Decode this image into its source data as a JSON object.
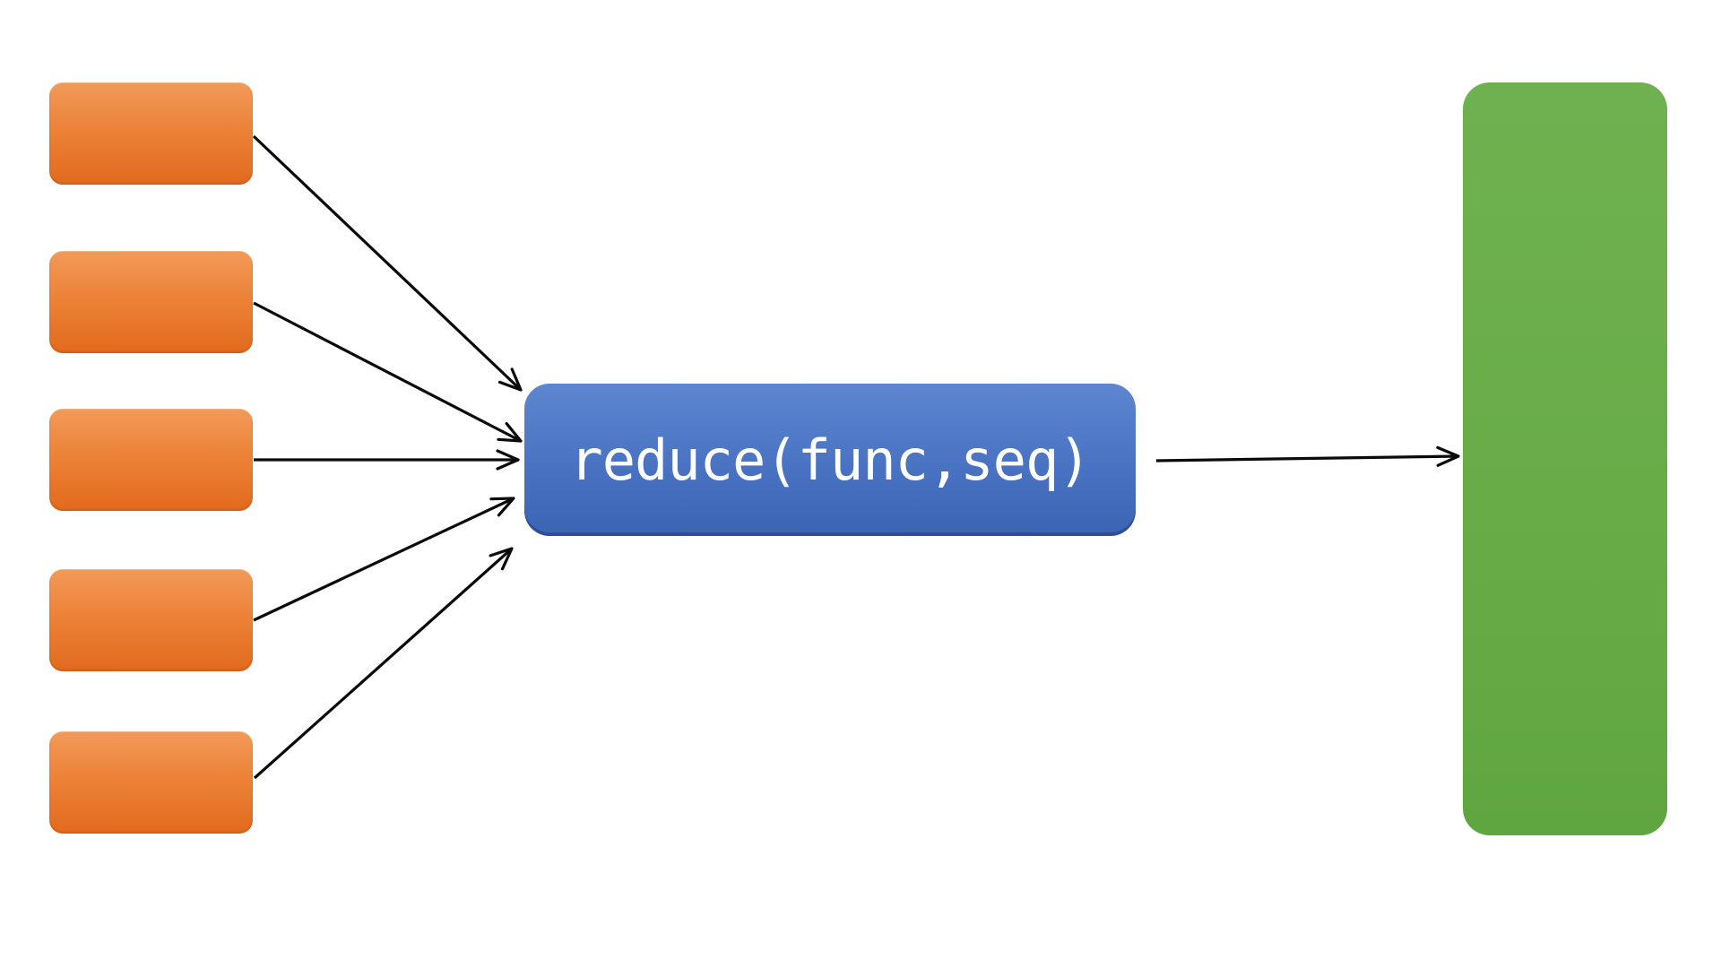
{
  "diagram": {
    "type": "flowchart",
    "background_color": "#FFFFFF",
    "arrow_color": "#0A0A0A",
    "nodes": [
      {
        "id": "input-1",
        "role": "input",
        "label": "",
        "color": "#ED7D31"
      },
      {
        "id": "input-2",
        "role": "input",
        "label": "",
        "color": "#ED7D31"
      },
      {
        "id": "input-3",
        "role": "input",
        "label": "",
        "color": "#ED7D31"
      },
      {
        "id": "input-4",
        "role": "input",
        "label": "",
        "color": "#ED7D31"
      },
      {
        "id": "input-5",
        "role": "input",
        "label": "",
        "color": "#ED7D31"
      },
      {
        "id": "reduce-function",
        "role": "process",
        "label": "reduce(func,seq)",
        "color": "#4472C4",
        "text_color": "#FFFFFF"
      },
      {
        "id": "result",
        "role": "output",
        "label": "",
        "color": "#6AAD4B"
      }
    ],
    "edges": [
      {
        "from": "input-1",
        "to": "reduce-function"
      },
      {
        "from": "input-2",
        "to": "reduce-function"
      },
      {
        "from": "input-3",
        "to": "reduce-function"
      },
      {
        "from": "input-4",
        "to": "reduce-function"
      },
      {
        "from": "input-5",
        "to": "reduce-function"
      },
      {
        "from": "reduce-function",
        "to": "result"
      }
    ]
  }
}
